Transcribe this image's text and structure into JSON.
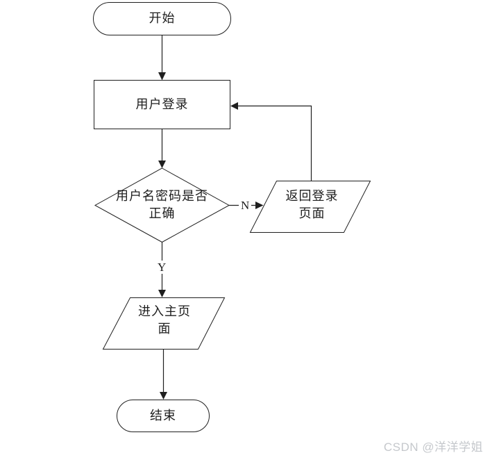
{
  "flowchart": {
    "title": "user-login-flowchart",
    "nodes": {
      "start": {
        "type": "terminator",
        "label": "开始"
      },
      "login": {
        "type": "process",
        "label": "用户登录"
      },
      "decision": {
        "type": "decision",
        "line1": "用户名密码是否",
        "line2": "正确"
      },
      "return_login": {
        "type": "data",
        "line1": "返回登录",
        "line2": "页面"
      },
      "enter_main": {
        "type": "data",
        "line1": "进入主页",
        "line2": "面"
      },
      "end": {
        "type": "terminator",
        "label": "结束"
      }
    },
    "edges": {
      "no_label": "N",
      "yes_label": "Y"
    },
    "colors": {
      "stroke": "#1f1f1f",
      "shape_fill": "#ffffff",
      "text": "#1d1d1d",
      "watermark": "#c5c8cc"
    }
  },
  "watermark": {
    "text": "CSDN @洋洋学姐"
  }
}
